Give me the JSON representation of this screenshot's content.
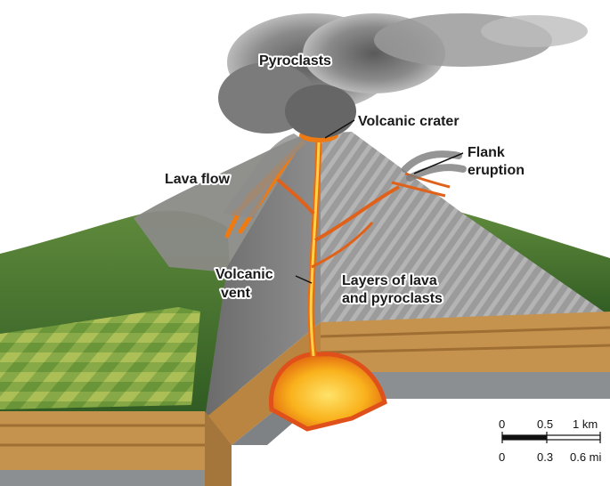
{
  "labels": {
    "pyroclasts": "Pyroclasts",
    "volcanic_crater": "Volcanic crater",
    "flank_line1": "Flank",
    "flank_line2": "eruption",
    "lava_flow": "Lava flow",
    "vent_line1": "Volcanic",
    "vent_line2": "vent",
    "layers_line1": "Layers of lava",
    "layers_line2": "and pyroclasts"
  },
  "scale_bar": {
    "km_ticks": [
      "0",
      "0.5",
      "1 km"
    ],
    "mi_ticks": [
      "0",
      "0.3",
      "0.6 mi"
    ]
  },
  "colors": {
    "lava": "#f07a12",
    "magma": "#f9b21c",
    "ash": "#6e6e6e",
    "vegetation": "#3e6e2a",
    "strata": "#c6934f",
    "bedrock": "#8c8f92"
  }
}
